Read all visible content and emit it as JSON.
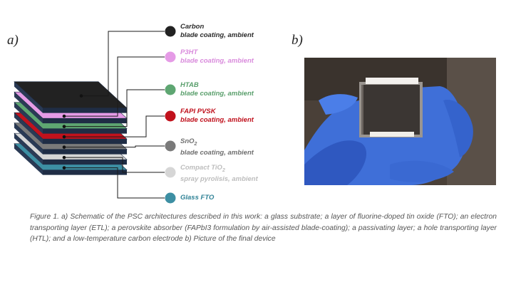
{
  "panels": {
    "a_label": "a)",
    "b_label": "b)"
  },
  "layers": [
    {
      "name": "Carbon",
      "process": "blade coating, ambient",
      "color": "#222222",
      "text_color": "#2b2b2b"
    },
    {
      "name": "P3HT",
      "process": "blade coating, ambient",
      "color": "#e59be6",
      "text_color": "#d98bdc"
    },
    {
      "name": "HTAB",
      "process": "blade coating, ambient",
      "color": "#5ea672",
      "text_color": "#5a9f6c"
    },
    {
      "name": "FAPI PVSK",
      "process": "blade coating, ambient",
      "color": "#c1121c",
      "text_color": "#c0101c"
    },
    {
      "name": "SnO",
      "name_sub": "2",
      "process": "blade coating, ambient",
      "color": "#7a7a7a",
      "text_color": "#6f6f6f"
    },
    {
      "name": "Compact TiO",
      "name_sub": "2",
      "process": "spray pyrolisis, ambient",
      "color": "#d6d6d6",
      "text_color": "#bdbdbd"
    },
    {
      "name": "Glass FTO",
      "process": "",
      "color": "#3d8fa3",
      "text_color": "#2f8296"
    }
  ],
  "caption": "Figure 1.  a) Schematic of the PSC architectures described in this work: a glass substrate; a layer of fluorine-doped tin oxide (FTO); an electron transporting layer (ETL); a perovskite absorber (FAPbI3 formulation by air-assisted blade-coating); a passivating layer; a hole transporting layer (HTL); and a low-temperature carbon electrode b) Picture of the final device"
}
